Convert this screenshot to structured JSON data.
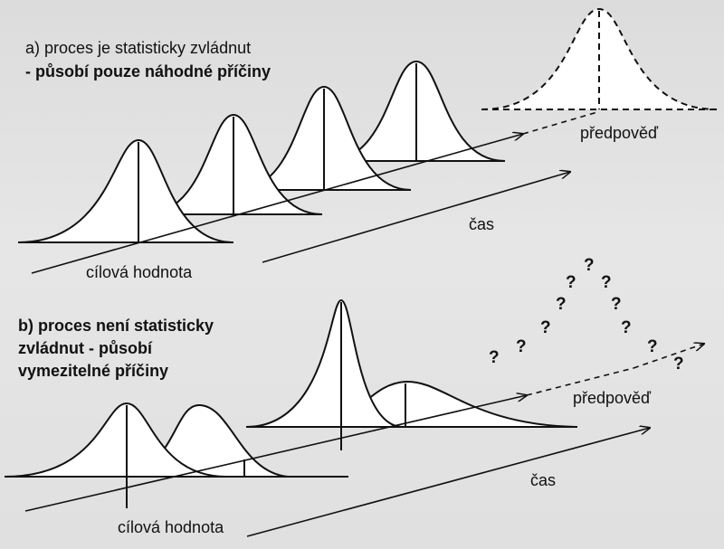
{
  "section_a": {
    "title_line1": "a) proces je statisticky zvládnut",
    "title_line2": "- působí pouze náhodné příčiny",
    "target_label": "cílová hodnota",
    "time_label": "čas",
    "forecast_label": "předpověď"
  },
  "section_b": {
    "title_line1": "b) proces není statisticky",
    "title_line2": "zvládnut - působí",
    "title_line3": "vymezitelné příčiny",
    "target_label": "cílová hodnota",
    "time_label": "čas",
    "forecast_label": "předpověď",
    "question_mark": "?"
  }
}
